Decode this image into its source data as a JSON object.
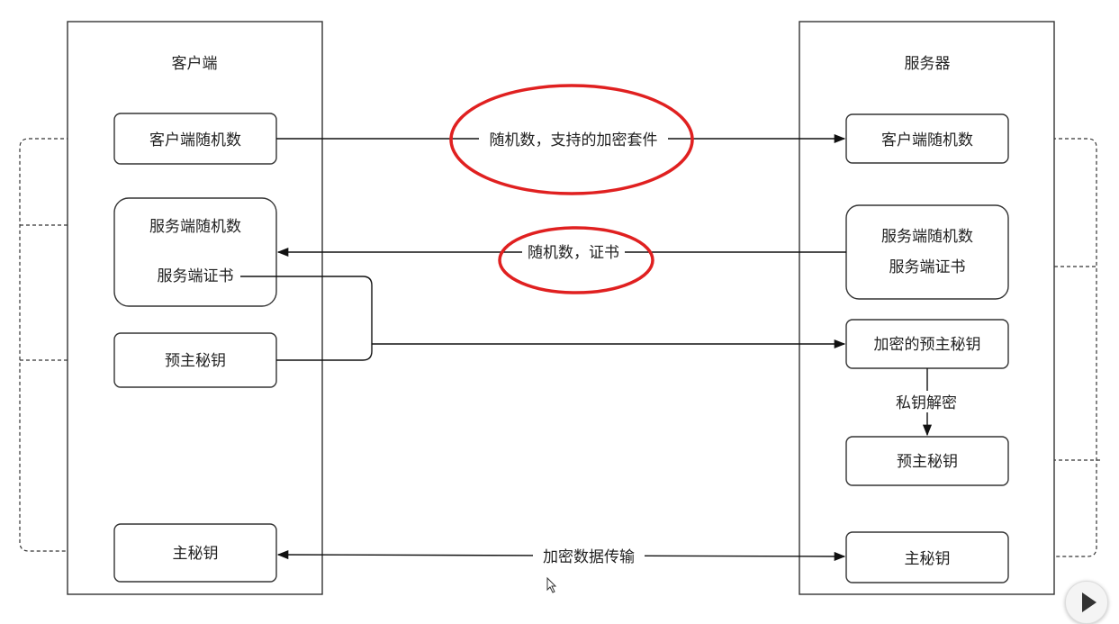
{
  "columns": {
    "client_title": "客户端",
    "server_title": "服务器"
  },
  "client": {
    "random": "客户端随机数",
    "server_random": "服务端随机数",
    "server_cert": "服务端证书",
    "premaster": "预主秘钥",
    "master": "主秘钥"
  },
  "server": {
    "client_random": "客户端随机数",
    "server_random": "服务端随机数",
    "server_cert": "服务端证书",
    "encrypted_premaster": "加密的预主秘钥",
    "premaster": "预主秘钥",
    "master": "主秘钥"
  },
  "messages": {
    "client_hello": "随机数，支持的加密套件",
    "server_hello": "随机数，证书",
    "decrypt": "私钥解密",
    "data": "加密数据传输"
  },
  "colors": {
    "highlight": "#e02020"
  },
  "icons": {
    "play": "play-icon"
  }
}
